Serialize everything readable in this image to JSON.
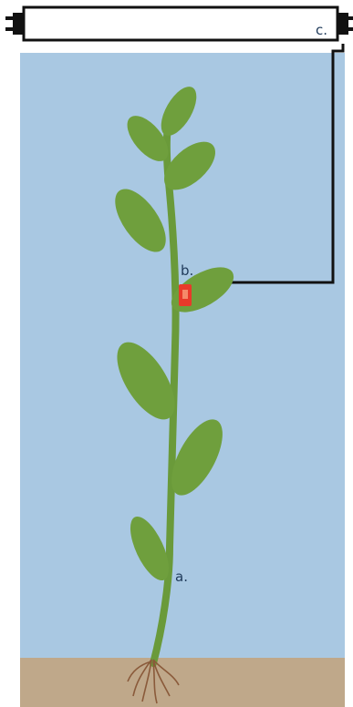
{
  "labels": {
    "a": "a.",
    "b": "b.",
    "c": "c."
  },
  "colors": {
    "water": "#a9c8e2",
    "soil": "#bfa88a",
    "stem": "#6a9a3a",
    "leaf": "#6f9f3d",
    "marker": "#e83a2a",
    "tube_frame": "#111111",
    "tube_fill": "#ffffff",
    "root": "#8a5a3a"
  },
  "icons": {
    "tube": "light-tube-icon",
    "marker": "red-marker-icon"
  }
}
